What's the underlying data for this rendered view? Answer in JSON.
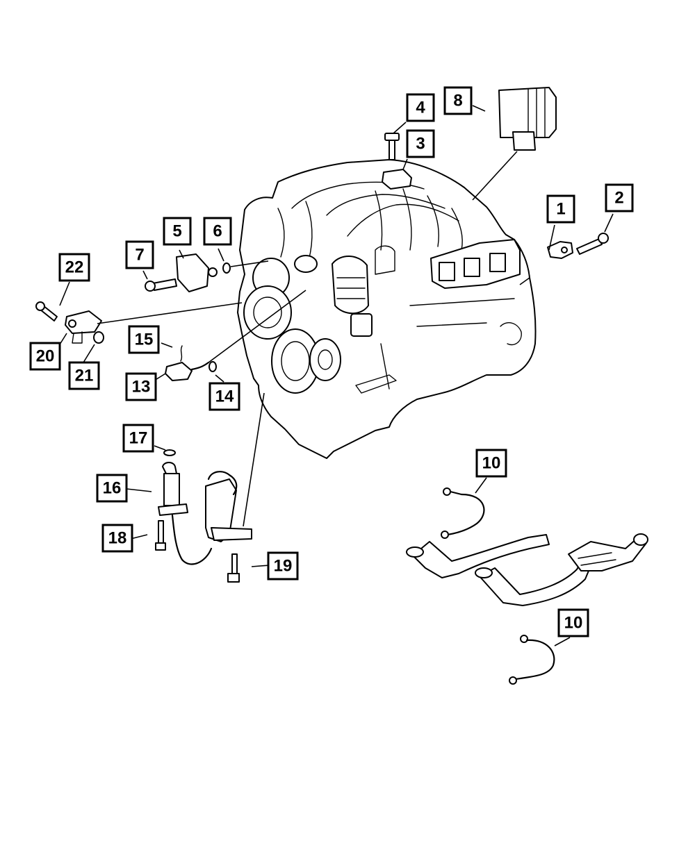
{
  "callouts": [
    {
      "id": "c1",
      "label": "1"
    },
    {
      "id": "c2",
      "label": "2"
    },
    {
      "id": "c3",
      "label": "3"
    },
    {
      "id": "c4",
      "label": "4"
    },
    {
      "id": "c5",
      "label": "5"
    },
    {
      "id": "c6",
      "label": "6"
    },
    {
      "id": "c7",
      "label": "7"
    },
    {
      "id": "c8",
      "label": "8"
    },
    {
      "id": "c10a",
      "label": "10"
    },
    {
      "id": "c10b",
      "label": "10"
    },
    {
      "id": "c13",
      "label": "13"
    },
    {
      "id": "c14",
      "label": "14"
    },
    {
      "id": "c15",
      "label": "15"
    },
    {
      "id": "c16",
      "label": "16"
    },
    {
      "id": "c17",
      "label": "17"
    },
    {
      "id": "c18",
      "label": "18"
    },
    {
      "id": "c19",
      "label": "19"
    },
    {
      "id": "c20",
      "label": "20"
    },
    {
      "id": "c21",
      "label": "21"
    },
    {
      "id": "c22",
      "label": "22"
    }
  ]
}
